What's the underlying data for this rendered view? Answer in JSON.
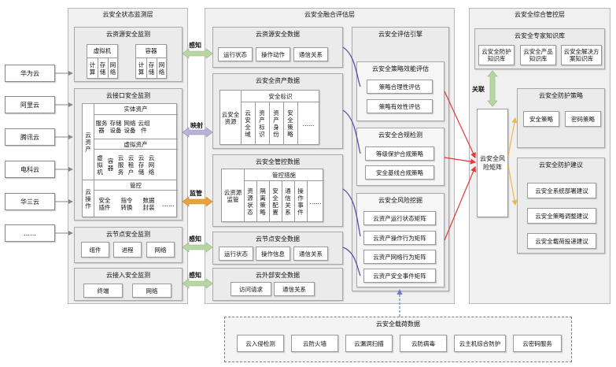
{
  "sources": [
    "华为云",
    "阿里云",
    "腾讯云",
    "电科云",
    "华三云",
    "……"
  ],
  "left_layer": {
    "title": "云安全状态监测层",
    "resource_monitor": {
      "title": "云资源安全监测",
      "vm": {
        "title": "虚拟机",
        "items": [
          "计算",
          "存储",
          "网络"
        ]
      },
      "container": {
        "title": "容器",
        "items": [
          "计算",
          "存储",
          "网络"
        ]
      }
    },
    "interface_monitor": {
      "title": "云接口安全监测",
      "cloud_asset": "云资产",
      "physical": {
        "title": "实体资产",
        "items": [
          "服务器",
          "存储设备",
          "网络设备",
          "云组件"
        ]
      },
      "virtual": {
        "title": "虚拟资产",
        "items": [
          "虚拟机",
          "容器",
          "云服务",
          "云租户",
          "云存储",
          "云网络"
        ]
      },
      "cloud_ops": "云操作",
      "control": {
        "title": "管控",
        "items": [
          "安全插件",
          "指令转换",
          "数据封装",
          "……"
        ]
      }
    },
    "node_monitor": {
      "title": "云节点安全监测",
      "items": [
        "组件",
        "进程",
        "网络"
      ]
    },
    "access_monitor": {
      "title": "云接入安全监测",
      "items": [
        "终端",
        "网络"
      ]
    }
  },
  "arrow_labels": {
    "sense1": "感知",
    "map": "映射",
    "supervise": "监管",
    "sense2": "感知",
    "sense3": "感知"
  },
  "middle_layer": {
    "title": "云安全融合评估层",
    "resource_data": {
      "title": "云资源安全数据",
      "items": [
        "运行状态",
        "操作动作",
        "通信关系"
      ]
    },
    "asset_data": {
      "title": "云安全资产数据",
      "side": "云安全资源",
      "sub_title": "安全标识",
      "items": [
        "云安全域",
        "资产标识",
        "资产身份",
        "安全策略",
        "……"
      ]
    },
    "control_data": {
      "title": "云安全管控数据",
      "side": "云资源监管",
      "sub_title": "管控措施",
      "items": [
        "资源状态",
        "隔离策略",
        "安全配置",
        "通信关系",
        "操作事件",
        "……"
      ]
    },
    "node_data": {
      "title": "云节点安全数据",
      "items": [
        "运行状态",
        "操作信息",
        "通信关系"
      ]
    },
    "external_data": {
      "title": "云外部安全数据",
      "items": [
        "访问请求",
        "通信关系"
      ]
    },
    "engine": {
      "title": "云安全评估引擎",
      "policy_eval": {
        "title": "云安全策略效能评估",
        "items": [
          "策略合理性评估",
          "策略有效性评估"
        ]
      },
      "compliance": {
        "title": "云安全合规检测",
        "items": [
          "等级保护合规策略",
          "安全基线合规策略"
        ]
      },
      "risk": {
        "title": "云安全风险挖掘",
        "items": [
          "云资产运行状态矩阵",
          "云资产操作行为矩阵",
          "云资产网络行为矩阵",
          "云资产安全事件矩阵"
        ]
      }
    }
  },
  "right_layer": {
    "title": "云安全综合管控层",
    "expert": {
      "title": "云安全专家知识库",
      "items": [
        "云安全防护知识库",
        "云安全产品知识库",
        "云安全解决方案知识库"
      ]
    },
    "relate_label": "关联",
    "risk_matrix": "云安全风险矩阵",
    "protection_policy": {
      "title": "云安全防护策略",
      "items": [
        "安全策略",
        "密码策略"
      ]
    },
    "protection_advice": {
      "title": "云安全防护建议",
      "items": [
        "云安全系统部署建议",
        "云安全策略调整建议",
        "云安全载荷投递建议"
      ]
    }
  },
  "payload": {
    "title": "云安全载荷数据",
    "items": [
      "云入侵检测",
      "云防火墙",
      "云漏洞扫描",
      "云防病毒",
      "云主机综合防护",
      "云密码服务"
    ]
  },
  "colors": {
    "green_arrow": "#b7d6a3",
    "purple_arrow": "#b9b3d6",
    "orange_arrow": "#e8a33a",
    "red_line": "#e03a3a",
    "purple_line": "#5b4fa8",
    "yellow_arrow": "#f0b84a",
    "blue_arrow": "#6a7fc0"
  }
}
